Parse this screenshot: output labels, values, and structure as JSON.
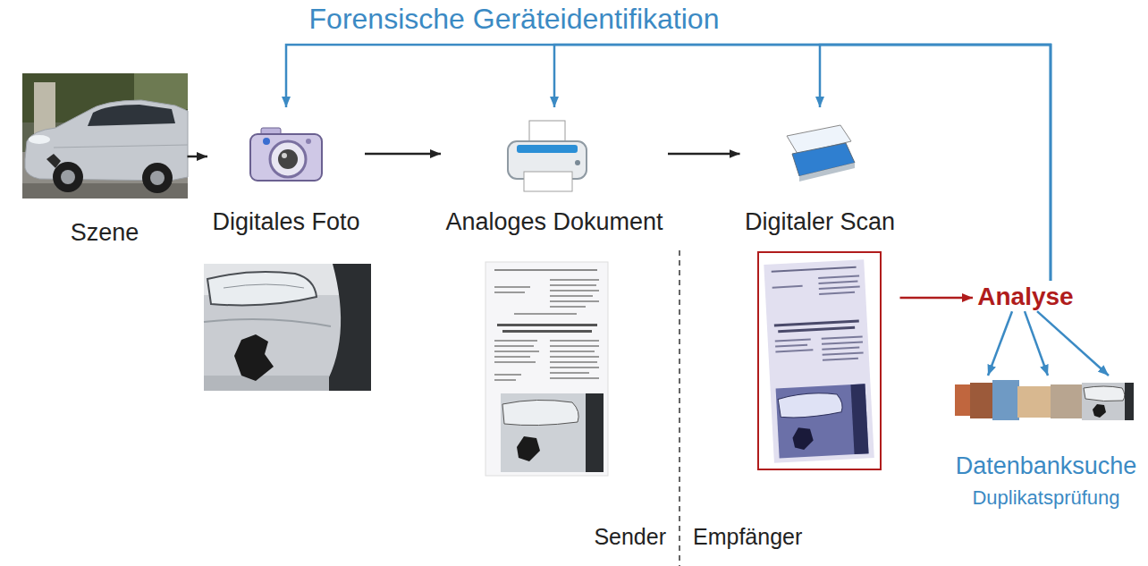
{
  "diagram": {
    "nodes": [
      {
        "text": [
          "Szene"
        ]
      },
      {
        "text": [
          "Digitales Foto"
        ]
      },
      {
        "text": [
          "Analoges Dokument"
        ]
      },
      {
        "text": [
          "Digitaler Scan"
        ]
      },
      {
        "text": [
          "Analyse"
        ]
      },
      {
        "text": [
          "Datenbanksuche",
          "Duplikatsprüfung"
        ]
      }
    ],
    "edges": [
      {
        "from": 0,
        "to": 1,
        "arrow": "to"
      },
      {
        "from": 1,
        "to": 2,
        "arrow": "to"
      },
      {
        "from": 2,
        "to": 3,
        "arrow": "to"
      },
      {
        "from": 3,
        "to": 4,
        "arrow": "to"
      },
      {
        "from": 4,
        "to": 1,
        "arrow": "to"
      },
      {
        "from": 4,
        "to": 2,
        "arrow": "to"
      },
      {
        "from": 4,
        "to": 3,
        "arrow": "to"
      },
      {
        "from": 4,
        "to": 5,
        "arrow": "to"
      },
      {
        "from": 4,
        "to": 5,
        "arrow": "to"
      },
      {
        "from": 4,
        "to": 5,
        "arrow": "to"
      }
    ],
    "labels": [
      "Forensische Geräteidentifikation",
      "Sender",
      "Empfänger"
    ]
  }
}
